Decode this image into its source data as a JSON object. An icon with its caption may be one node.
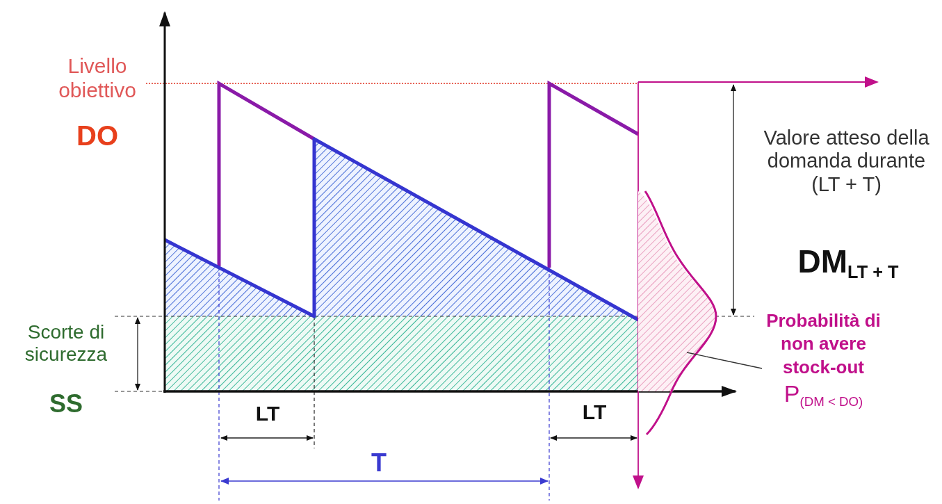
{
  "diagram": {
    "nodes": [
      {
        "text": [
          "Probabilità di non avere stock-out",
          "P$_{(DM < DO)}$"
        ]
      },
      {
        "text": [],
        "shape": "area"
      }
    ],
    "edges": [
      {
        "from": 0,
        "to": 1,
        "arrow": "none"
      }
    ],
    "labels": [
      "Livello obiettivo",
      "DO",
      "Valore atteso della domanda durante (LT + T)",
      "DM$_{LT + T}$",
      "Scorte di sicurezza",
      "SS",
      "LT",
      "LT",
      "T"
    ]
  }
}
